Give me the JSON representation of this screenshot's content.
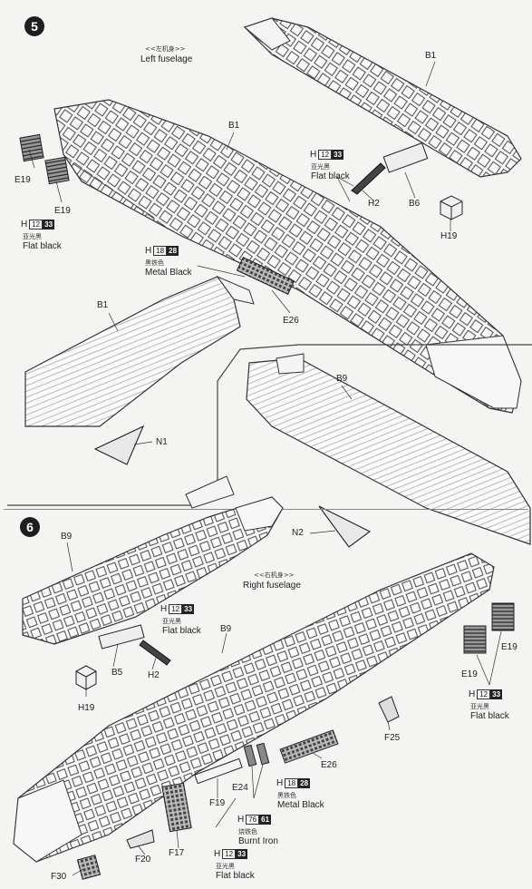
{
  "steps": [
    {
      "number": "5"
    },
    {
      "number": "6"
    }
  ],
  "section5": {
    "caption_cn": "<<左机身>>",
    "caption_en": "Left fuselage",
    "parts": {
      "b1_top": "B1",
      "b1_mid": "B1",
      "b1_low": "B1",
      "e19_a": "E19",
      "e19_b": "E19",
      "h2": "H2",
      "b6": "B6",
      "h19": "H19",
      "e26": "E26",
      "n1": "N1",
      "b9": "B9",
      "n2": "N2"
    },
    "paint_flat_black_left": {
      "h": "H",
      "n1": "12",
      "n2": "33",
      "cn": "亚光黑",
      "en": "Flat black"
    },
    "paint_flat_black_right": {
      "h": "H",
      "n1": "12",
      "n2": "33",
      "cn": "亚光黑",
      "en": "Flat black"
    },
    "paint_metal_black": {
      "h": "H",
      "n1": "18",
      "n2": "28",
      "cn": "黑铁色",
      "en": "Metal  Black"
    }
  },
  "section6": {
    "caption_cn": "<<右机身>>",
    "caption_en": "Right fuselage",
    "parts": {
      "b9_top": "B9",
      "b9_mid": "B9",
      "b5": "B5",
      "h2": "H2",
      "h19": "H19",
      "e19_a": "E19",
      "e19_b": "E19",
      "f25": "F25",
      "e26": "E26",
      "e24": "E24",
      "f19": "F19",
      "f17": "F17",
      "f20": "F20",
      "f30": "F30"
    },
    "paint_flat_black_a": {
      "h": "H",
      "n1": "12",
      "n2": "33",
      "cn": "亚光黑",
      "en": "Flat black"
    },
    "paint_flat_black_b": {
      "h": "H",
      "n1": "12",
      "n2": "33",
      "cn": "亚光黑",
      "en": "Flat black"
    },
    "paint_flat_black_c": {
      "h": "H",
      "n1": "12",
      "n2": "33",
      "cn": "亚光黑",
      "en": "Flat black"
    },
    "paint_metal_black": {
      "h": "H",
      "n1": "18",
      "n2": "28",
      "cn": "黑铁色",
      "en": "Metal  Black"
    },
    "paint_burnt_iron": {
      "h": "H",
      "n1": "76",
      "n2": "61",
      "cn": "烧铁色",
      "en": "Burnt Iron"
    }
  }
}
